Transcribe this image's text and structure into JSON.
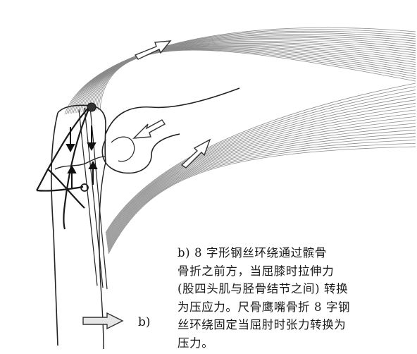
{
  "figure_label": "b)",
  "caption_lines": [
    "b) 8 字形钢丝环绕通过髌骨",
    "骨折之前方，当屈膝时拉伸力",
    "(股四头肌与胫骨结节之间) 转换",
    "为压应力。尺骨鹰嘴骨折 8 字钢",
    "丝环绕固定当屈肘时张力转换为",
    "压力。"
  ]
}
